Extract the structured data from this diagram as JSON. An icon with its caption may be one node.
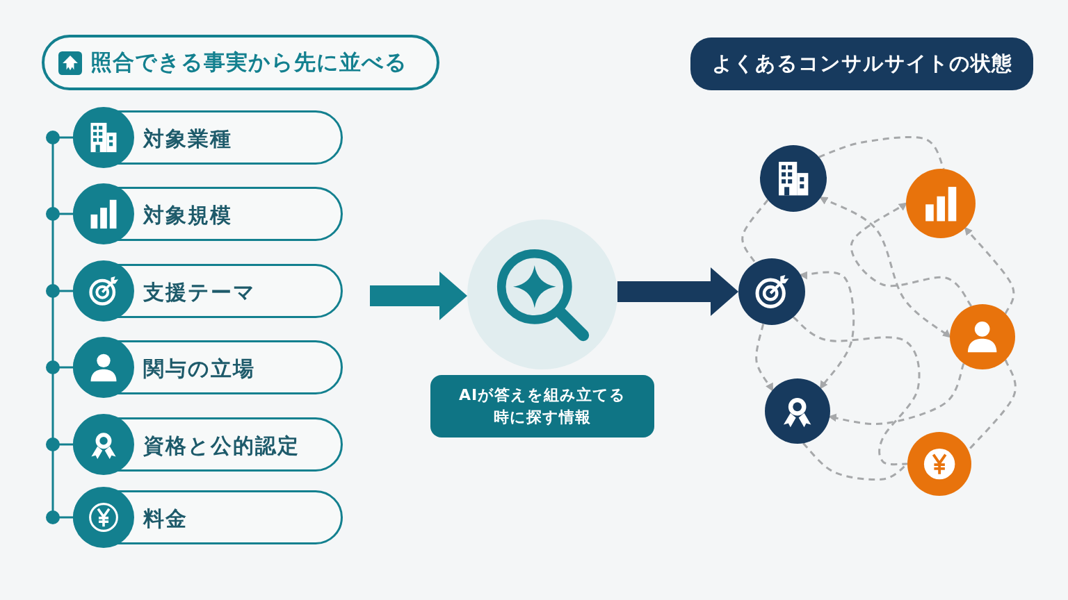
{
  "diagram": {
    "nodes": [
      {
        "text": [
          "照合できる事実から先に並べる"
        ]
      },
      {
        "text": [
          "対象業種"
        ]
      },
      {
        "text": [
          "対象規模"
        ]
      },
      {
        "text": [
          "支援テーマ"
        ]
      },
      {
        "text": [
          "関与の立場"
        ]
      },
      {
        "text": [
          "資格と公的認定"
        ]
      },
      {
        "text": [
          "料金"
        ]
      },
      {
        "text": [],
        "shape": "circle"
      },
      {
        "text": [
          "AIが答えを組み立てる時に探す情報"
        ]
      },
      {
        "text": [
          "よくあるコンサルサイトの状態"
        ]
      },
      {
        "text": [],
        "shape": "circle"
      },
      {
        "text": [],
        "shape": "circle"
      },
      {
        "text": [],
        "shape": "circle"
      },
      {
        "text": [],
        "shape": "circle"
      },
      {
        "text": [],
        "shape": "circle"
      },
      {
        "text": [],
        "shape": "circle"
      }
    ],
    "edges": [
      {
        "from": null,
        "to": 7,
        "arrow": "to",
        "style": "thick",
        "color": "#13808f"
      },
      {
        "from": 7,
        "to": 12,
        "arrow": "to",
        "style": "thick",
        "color": "#173a5e"
      },
      {
        "from": 10,
        "to": 11,
        "arrow": "none",
        "style": "dashed"
      },
      {
        "from": 10,
        "to": 13,
        "arrow": "both",
        "style": "dashed"
      },
      {
        "from": 13,
        "to": 11,
        "arrow": "to",
        "style": "dashed"
      },
      {
        "from": 13,
        "to": 11,
        "arrow": "to",
        "style": "dashed"
      },
      {
        "from": 10,
        "to": 12,
        "arrow": "none",
        "style": "dashed"
      },
      {
        "from": 12,
        "to": 14,
        "arrow": "both",
        "style": "dashed"
      },
      {
        "from": 12,
        "to": 15,
        "arrow": "none",
        "style": "dashed"
      },
      {
        "from": 12,
        "to": 14,
        "arrow": "to",
        "style": "dashed"
      },
      {
        "from": 13,
        "to": 14,
        "arrow": "to",
        "style": "dashed"
      },
      {
        "from": 13,
        "to": 15,
        "arrow": "none",
        "style": "dashed"
      },
      {
        "from": 14,
        "to": 15,
        "arrow": "none",
        "style": "dashed"
      }
    ]
  }
}
